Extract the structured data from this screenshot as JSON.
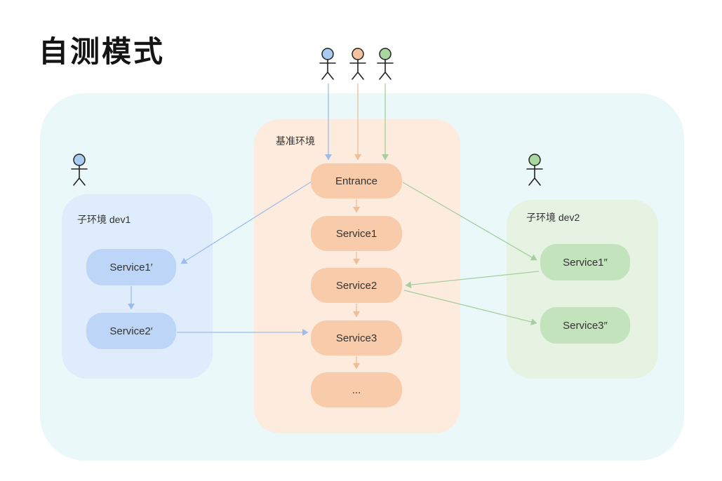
{
  "title": "自测模式",
  "environments": {
    "baseline": {
      "label": "基准环境",
      "nodes": [
        {
          "id": "entrance",
          "label": "Entrance"
        },
        {
          "id": "service1",
          "label": "Service1"
        },
        {
          "id": "service2",
          "label": "Service2"
        },
        {
          "id": "service3",
          "label": "Service3"
        },
        {
          "id": "more",
          "label": "..."
        }
      ]
    },
    "dev1": {
      "label": "子环境 dev1",
      "nodes": [
        {
          "id": "service1-prime",
          "label": "Service1′"
        },
        {
          "id": "service2-prime",
          "label": "Service2′"
        }
      ]
    },
    "dev2": {
      "label": "子环境 dev2",
      "nodes": [
        {
          "id": "service1-double-prime",
          "label": "Service1″"
        },
        {
          "id": "service3-double-prime",
          "label": "Service3″"
        }
      ]
    }
  },
  "actors": [
    {
      "id": "user-blue",
      "location": "top",
      "head_color": "#A9CAF1"
    },
    {
      "id": "user-orange",
      "location": "top",
      "head_color": "#F4C29E"
    },
    {
      "id": "user-green",
      "location": "top",
      "head_color": "#A9D7A0"
    },
    {
      "id": "user-dev1",
      "location": "above-dev1",
      "head_color": "#A9CAF1"
    },
    {
      "id": "user-dev2",
      "location": "above-dev2",
      "head_color": "#A9D7A0"
    }
  ],
  "edges": [
    {
      "from": "user-blue",
      "to": "Entrance",
      "color": "blue"
    },
    {
      "from": "user-orange",
      "to": "Entrance",
      "color": "orange"
    },
    {
      "from": "user-green",
      "to": "Entrance",
      "color": "green"
    },
    {
      "from": "Entrance",
      "to": "Service1",
      "color": "orange"
    },
    {
      "from": "Service1",
      "to": "Service2",
      "color": "orange"
    },
    {
      "from": "Service2",
      "to": "Service3",
      "color": "orange"
    },
    {
      "from": "Service3",
      "to": "...",
      "color": "orange"
    },
    {
      "from": "Entrance",
      "to": "Service1′",
      "color": "blue"
    },
    {
      "from": "Service1′",
      "to": "Service2′",
      "color": "blue"
    },
    {
      "from": "Service2′",
      "to": "Service3",
      "color": "blue"
    },
    {
      "from": "Entrance",
      "to": "Service1″",
      "color": "green"
    },
    {
      "from": "Service1″",
      "to": "Service2",
      "color": "green"
    },
    {
      "from": "Service2",
      "to": "Service3″",
      "color": "green"
    }
  ],
  "colors": {
    "page_bg": "#FFFFFF",
    "title_text": "#141414",
    "text": "#333333",
    "outer_panel_bg": "#EAF8F9",
    "baseline_panel_bg": "#FDECDD",
    "baseline_node_bg": "#F8CBAB",
    "dev1_panel_bg": "#DFECFB",
    "dev1_node_bg": "#BDD6F7",
    "dev2_panel_bg": "#E6F3E2",
    "dev2_node_bg": "#C3E3BC",
    "edge_blue": "#9DBCEE",
    "edge_orange": "#EFBE96",
    "edge_green": "#A6CE9F",
    "actor_blue_head": "#A9CAF1",
    "actor_orange_head": "#F4C29E",
    "actor_green_head": "#A9D7A0"
  }
}
